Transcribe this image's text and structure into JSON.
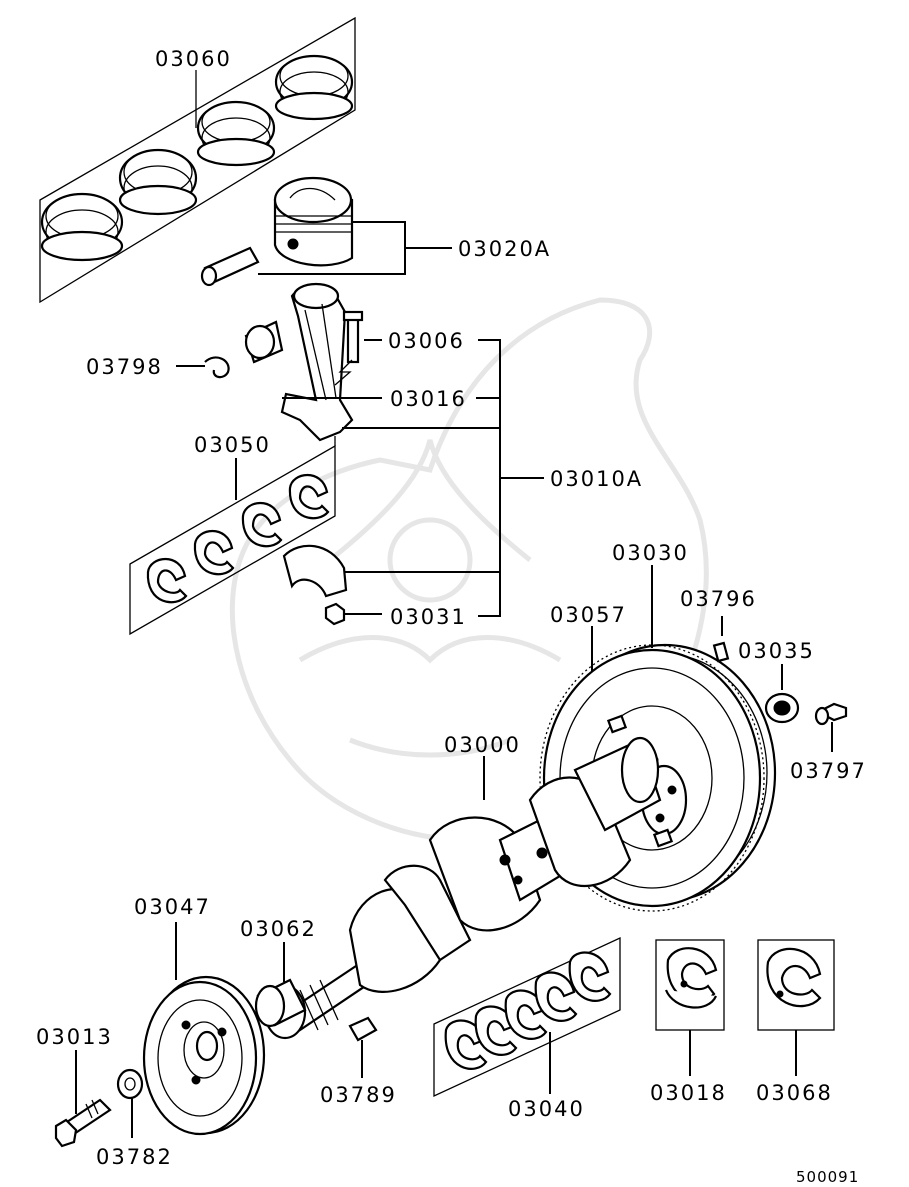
{
  "diagram_id": "500091",
  "callouts": {
    "c03060": "03060",
    "c03020A": "03020A",
    "c03006": "03006",
    "c03798": "03798",
    "c03016": "03016",
    "c03050": "03050",
    "c03010A": "03010A",
    "c03031": "03031",
    "c03030": "03030",
    "c03796": "03796",
    "c03057": "03057",
    "c03035": "03035",
    "c03000": "03000",
    "c03797": "03797",
    "c03047": "03047",
    "c03062": "03062",
    "c03013": "03013",
    "c03789": "03789",
    "c03040": "03040",
    "c03018": "03018",
    "c03068": "03068",
    "c03782": "03782"
  },
  "icons": {
    "watermark": "samurai-helmet-watermark"
  }
}
